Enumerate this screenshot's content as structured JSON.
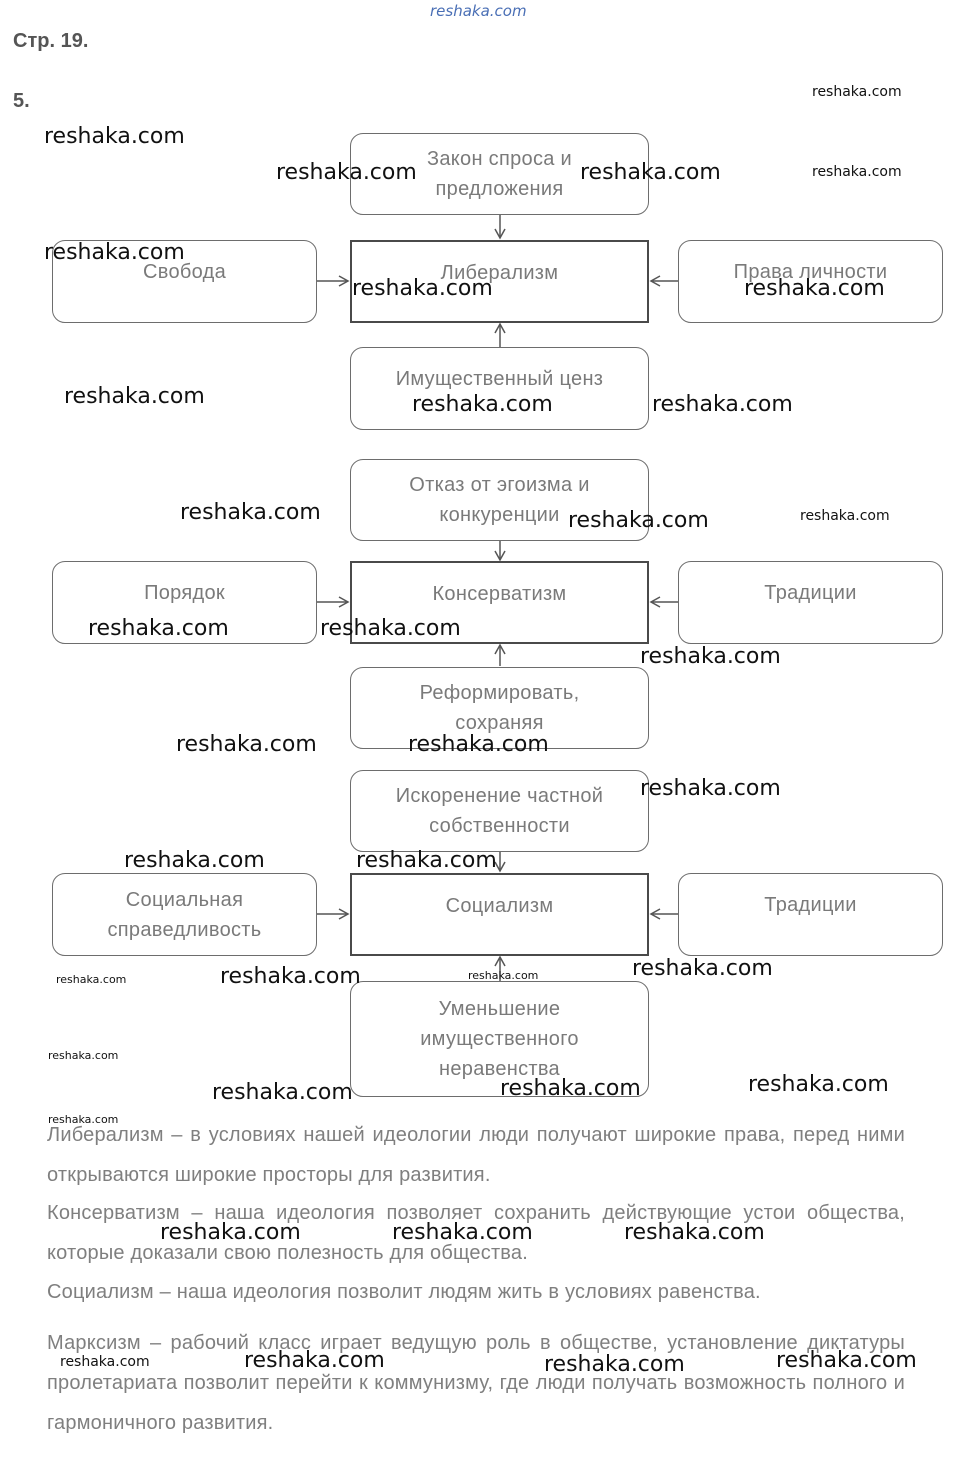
{
  "header": {
    "site": "reshaka.com",
    "page": "Стр. 19.",
    "task": "5."
  },
  "diagram": {
    "liberalism": {
      "top": "Закон спроса и предложения",
      "center": "Либерализм",
      "left": "Свобода",
      "right": "Права личности",
      "bottom": "Имущественный ценз"
    },
    "conservatism": {
      "top": "Отказ от эгоизма и конкуренции",
      "center": "Консерватизм",
      "left": "Порядок",
      "right": "Традиции",
      "bottom": "Реформировать, сохраняя"
    },
    "socialism": {
      "top": "Искоренение частной собственности",
      "center": "Социализм",
      "left": "Социальная справедливость",
      "right": "Традиции",
      "bottom": "Уменьшение имущественного неравенства"
    }
  },
  "paragraphs": [
    "Либерализм – в условиях нашей идеологии люди получают широкие права, перед ними открываются широкие просторы для развития.",
    "Консерватизм – наша идеология позволяет сохранить действующие устои общества, которые доказали свою полезность для общества.",
    "Социализм – наша идеология позволит людям жить в условиях равенства.",
    "Марксизм – рабочий класс играет ведущую роль в обществе, установление диктатуры пролетариата позволит перейти к коммунизму, где люди получать возможность полного и гармоничного развития."
  ],
  "watermark": "reshaka.com"
}
